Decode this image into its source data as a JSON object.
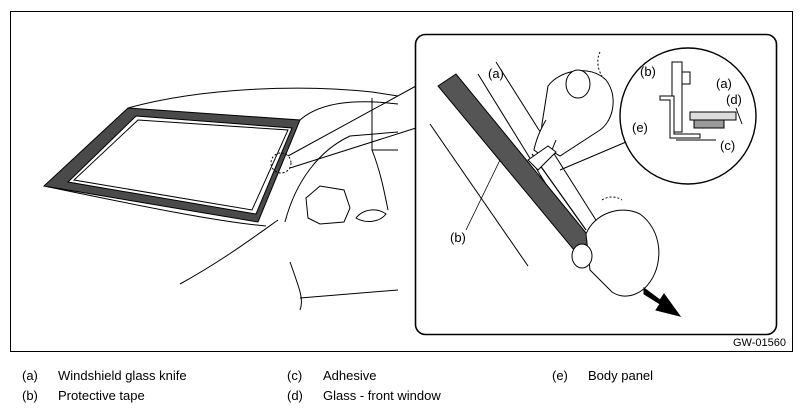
{
  "figure_id": "GW-01560",
  "callouts": {
    "a": "(a)",
    "b": "(b)",
    "c": "(c)",
    "d": "(d)",
    "e": "(e)"
  },
  "legend": [
    {
      "key": "(a)",
      "text": "Windshield glass knife"
    },
    {
      "key": "(b)",
      "text": "Protective tape"
    },
    {
      "key": "(c)",
      "text": "Adhesive"
    },
    {
      "key": "(d)",
      "text": "Glass - front window"
    },
    {
      "key": "(e)",
      "text": "Body panel"
    }
  ]
}
